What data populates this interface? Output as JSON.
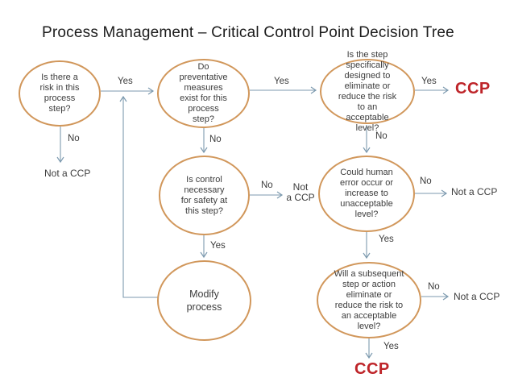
{
  "title": "Process Management – Critical Control Point Decision Tree",
  "colors": {
    "node_border": "#d1975b",
    "connector": "#7d9aaf",
    "body_text": "#3c3c3c",
    "ccp_red": "#be2429"
  },
  "nodes": {
    "risk": {
      "text": "Is there a\nrisk in this\nprocess\nstep?"
    },
    "preventative": {
      "text": "Do\npreventative\nmeasures\nexist for this\nprocess\nstep?"
    },
    "control": {
      "text": "Is control\nnecessary\nfor safety at\nthis step?"
    },
    "modify": {
      "text": "Modify\nprocess"
    },
    "designed": {
      "text": "Is the step\nspecifically\ndesigned to\neliminate or\nreduce the risk\nto an\nacceptable\nlevel?"
    },
    "human_error": {
      "text": "Could human\nerror occur or\nincrease to\nunacceptable\nlevel?"
    },
    "subsequent": {
      "text": "Will a subsequent\nstep or action\neliminate or\nreduce the risk to\nan acceptable\nlevel?"
    }
  },
  "edges": {
    "risk_yes": "Yes",
    "risk_no": "No",
    "prev_yes": "Yes",
    "prev_no": "No",
    "control_no": "No",
    "control_yes": "Yes",
    "designed_yes": "Yes",
    "designed_no": "No",
    "human_no": "No",
    "human_yes": "Yes",
    "subsequent_no": "No",
    "subsequent_yes": "Yes"
  },
  "terminals": {
    "risk_not_ccp": "Not a CCP",
    "control_not_ccp": "Not\na CCP",
    "human_not_ccp": "Not a CCP",
    "subsequent_not_ccp": "Not a CCP",
    "designed_ccp": "CCP",
    "subsequent_ccp": "CCP"
  }
}
